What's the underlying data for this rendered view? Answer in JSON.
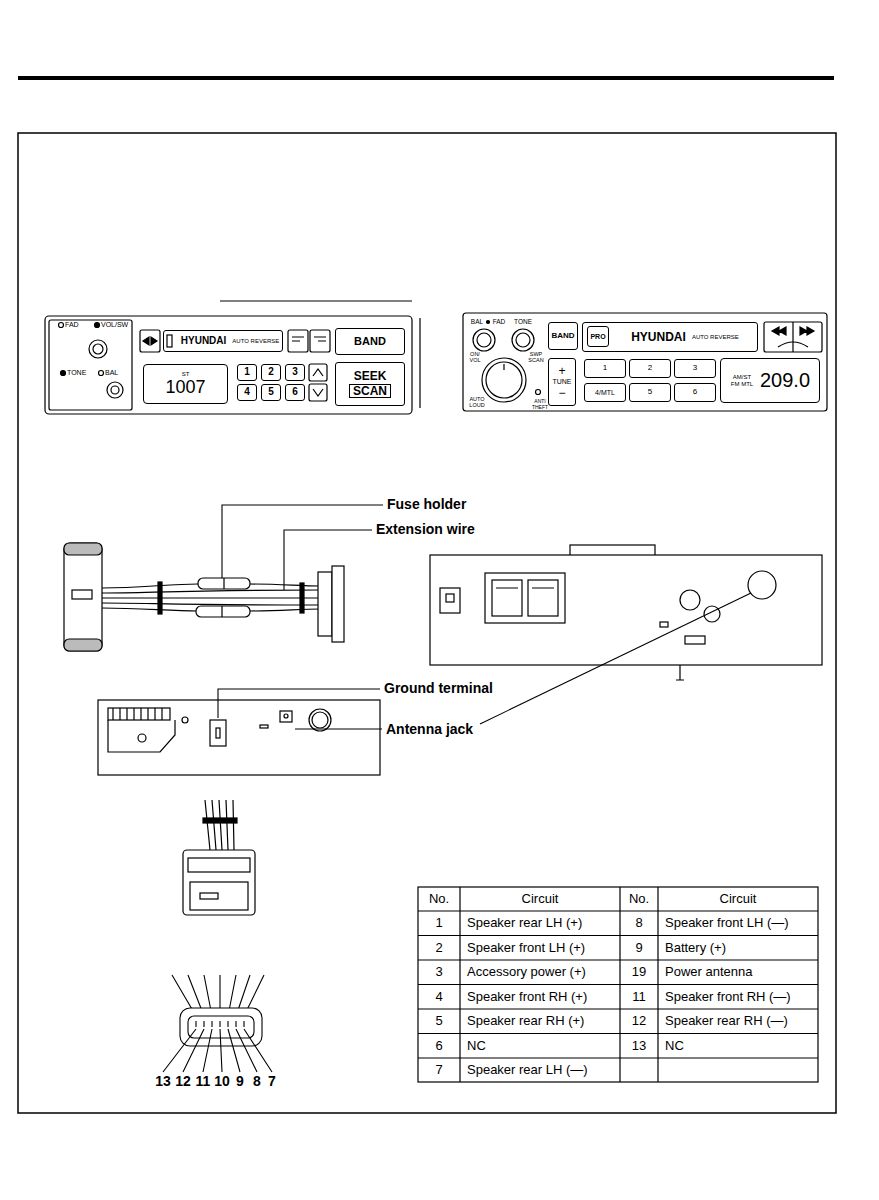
{
  "diagram": {
    "nodes": [
      {
        "text": [
          "HYUNDAI",
          "AUTO REVERSE"
        ]
      },
      {
        "text": [
          "BAND"
        ]
      },
      {
        "text": [
          "ST",
          "1007"
        ]
      },
      {
        "text": [
          "1"
        ]
      },
      {
        "text": [
          "2"
        ]
      },
      {
        "text": [
          "3"
        ]
      },
      {
        "text": [
          "4"
        ]
      },
      {
        "text": [
          "5"
        ]
      },
      {
        "text": [
          "6"
        ]
      },
      {
        "text": [
          "SEEK",
          "SCAN"
        ]
      },
      {
        "text": [
          "BAND"
        ]
      },
      {
        "text": [
          "HYUNDAI",
          "AUTO REVERSE"
        ]
      },
      {
        "text": [
          "PRO"
        ],
        "in": 11
      },
      {
        "text": [
          "+",
          "TUNE",
          "−"
        ]
      },
      {
        "text": [
          "1"
        ]
      },
      {
        "text": [
          "2"
        ]
      },
      {
        "text": [
          "3"
        ]
      },
      {
        "text": [
          "4/MTL"
        ]
      },
      {
        "text": [
          "5"
        ]
      },
      {
        "text": [
          "6"
        ]
      },
      {
        "text": [
          "AM/ST FM MTL",
          "209.0"
        ]
      }
    ],
    "labels": [
      "FAD",
      "VOL/SW",
      "TONE",
      "BAL",
      "BAL",
      "FAD",
      "TONE",
      "ON/ VOL",
      "SWP SCAN",
      "AUTO LOUD",
      "ANTI THEFT",
      "Fuse holder",
      "Extension wire",
      "Ground terminal",
      "Antenna jack",
      "13",
      "12",
      "11",
      "10",
      "9",
      "8",
      "7",
      "No.",
      "Circuit",
      "No.",
      "Circuit",
      "1",
      "Speaker rear LH (+)",
      "8",
      "Speaker front LH (—)",
      "2",
      "Speaker front LH (+)",
      "9",
      "Battery (+)",
      "3",
      "Accessory power (+)",
      "19",
      "Power antenna",
      "4",
      "Speaker front RH (+)",
      "11",
      "Speaker front RH (—)",
      "5",
      "Speaker rear RH (+)",
      "12",
      "Speaker rear RH (—)",
      "6",
      "NC",
      "13",
      "NC",
      "7",
      "Speaker rear LH (—)"
    ]
  }
}
